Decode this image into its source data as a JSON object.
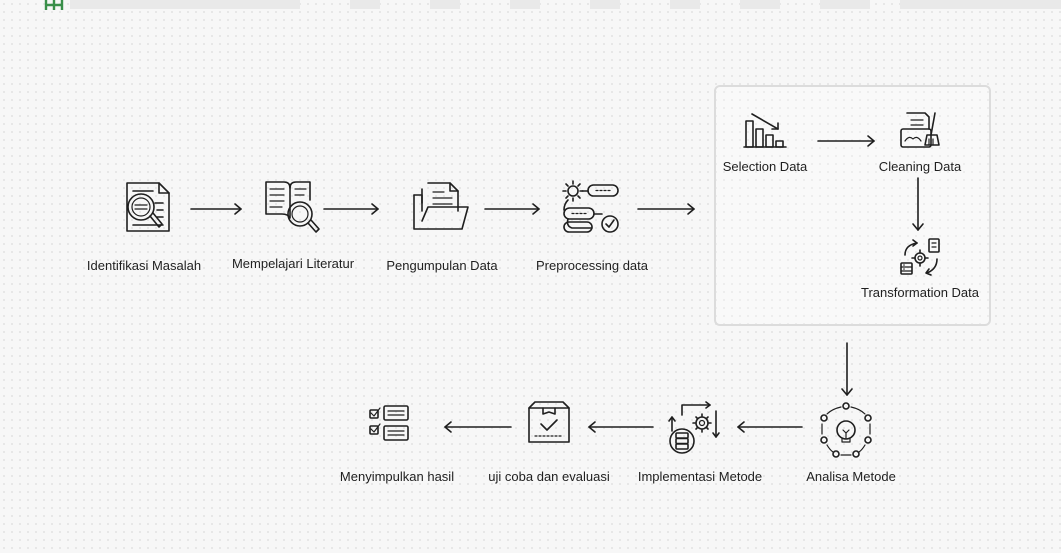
{
  "steps": {
    "identifikasi": "Identifikasi Masalah",
    "literatur": "Mempelajari Literatur",
    "pengumpulan": "Pengumpulan Data",
    "preprocessing": "Preprocessing data",
    "selection": "Selection Data",
    "cleaning": "Cleaning Data",
    "transformation": "Transformation Data",
    "analisa": "Analisa Metode",
    "implementasi": "Implementasi Metode",
    "ujicoba": "uji coba dan evaluasi",
    "kesimpulan": "Menyimpulkan hasil"
  },
  "icons": {
    "identifikasi": "document-magnifier-icon",
    "literatur": "book-magnifier-icon",
    "pengumpulan": "folder-documents-icon",
    "preprocessing": "gear-pipeline-check-icon",
    "selection": "bar-chart-down-icon",
    "cleaning": "document-brush-icon",
    "transformation": "cycle-gears-database-icon",
    "analisa": "idea-cycle-icon",
    "implementasi": "database-gear-cycle-icon",
    "ujicoba": "box-check-icon",
    "kesimpulan": "checklist-icon"
  },
  "colors": {
    "line": "#1f1f1f",
    "background": "#f7f7f7",
    "group_border": "#dcdcdc",
    "logo": "#3a8f4a"
  }
}
